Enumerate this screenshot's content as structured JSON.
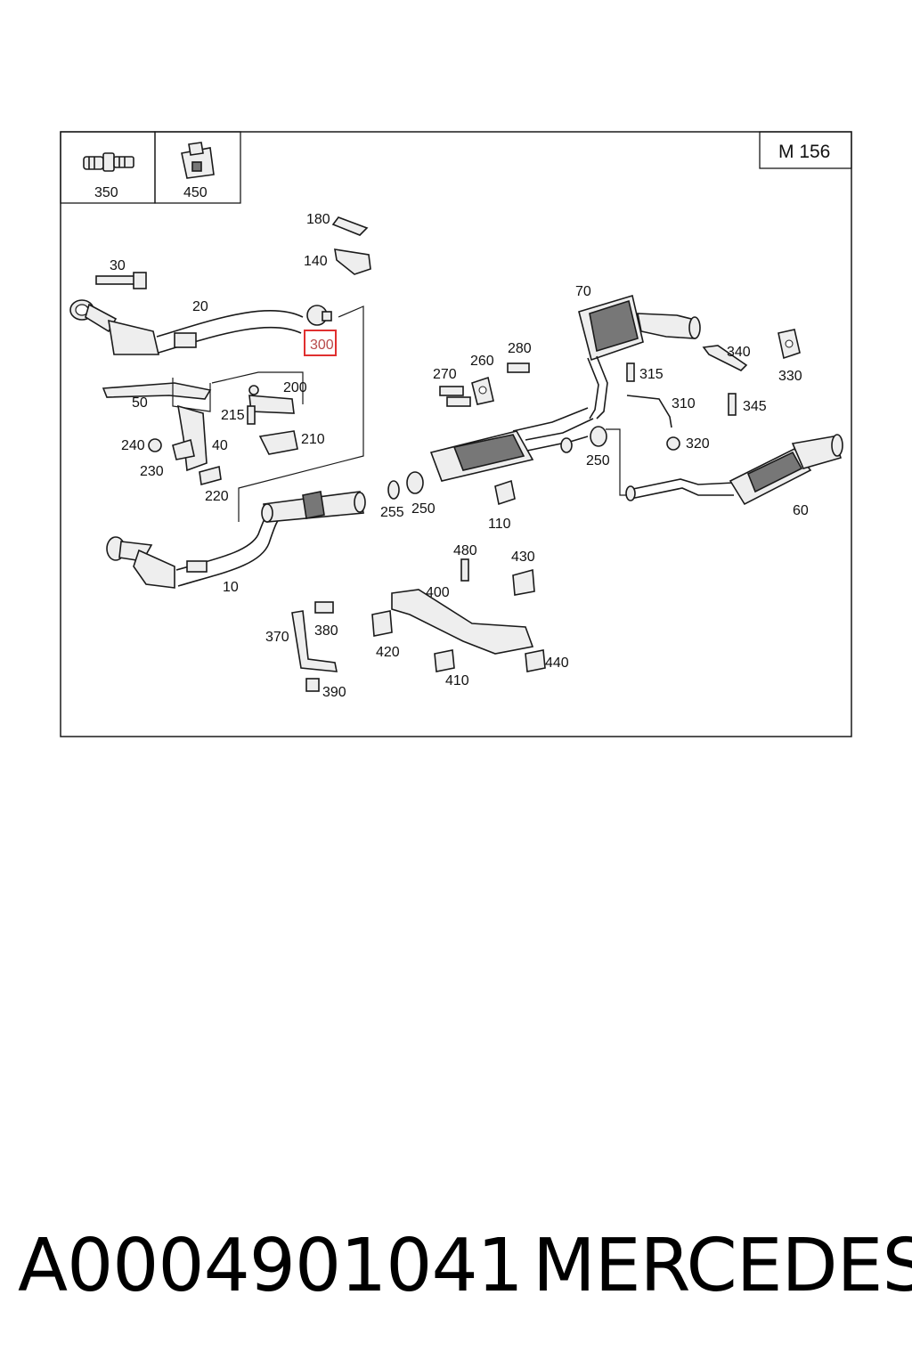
{
  "diagram": {
    "model_code": "M 156",
    "inset_labels": [
      "350",
      "450"
    ],
    "highlighted_label": "300",
    "part_labels": {
      "p10": "10",
      "p20": "20",
      "p30": "30",
      "p40": "40",
      "p50": "50",
      "p60": "60",
      "p70": "70",
      "p110": "110",
      "p140": "140",
      "p180": "180",
      "p200": "200",
      "p210": "210",
      "p215": "215",
      "p220": "220",
      "p230": "230",
      "p240": "240",
      "p250a": "250",
      "p250b": "250",
      "p255": "255",
      "p260": "260",
      "p270": "270",
      "p280": "280",
      "p310": "310",
      "p315": "315",
      "p320": "320",
      "p330": "330",
      "p340": "340",
      "p345": "345",
      "p370": "370",
      "p380": "380",
      "p390": "390",
      "p400": "400",
      "p410": "410",
      "p420": "420",
      "p430": "430",
      "p440": "440",
      "p480": "480"
    },
    "colors": {
      "highlight_box": "#e03030",
      "highlight_text": "#b84a4a"
    }
  },
  "caption": {
    "part_number": "A0004901041",
    "brand": "MERCEDES"
  }
}
